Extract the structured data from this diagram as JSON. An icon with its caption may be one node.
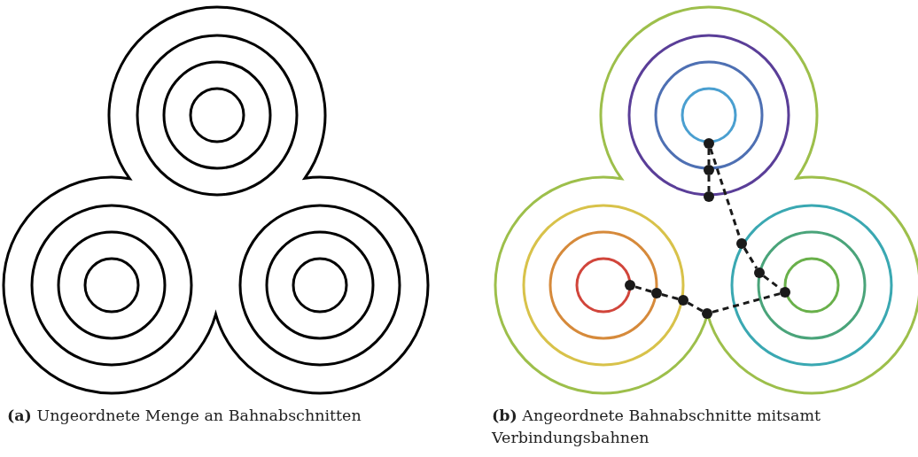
{
  "diagram": {
    "nodes": [
      {
        "text": [],
        "shape": "circle"
      },
      {
        "text": [],
        "shape": "circle"
      },
      {
        "text": [],
        "shape": "circle"
      },
      {
        "text": [],
        "shape": "circle"
      },
      {
        "text": [],
        "shape": "circle"
      },
      {
        "text": [],
        "shape": "circle"
      },
      {
        "text": [],
        "shape": "circle"
      },
      {
        "text": [],
        "shape": "circle"
      },
      {
        "text": [],
        "shape": "circle"
      },
      {
        "text": [],
        "shape": "circle"
      }
    ],
    "edges": [
      {
        "from": 0,
        "to": 1,
        "arrow": "none",
        "style": "dashed"
      },
      {
        "from": 1,
        "to": 2,
        "arrow": "none",
        "style": "dashed"
      },
      {
        "from": 0,
        "to": 3,
        "arrow": "none",
        "style": "dashed"
      },
      {
        "from": 3,
        "to": 4,
        "arrow": "none",
        "style": "dashed"
      },
      {
        "from": 4,
        "to": 5,
        "arrow": "none",
        "style": "dashed"
      },
      {
        "from": 5,
        "to": 6,
        "arrow": "none",
        "style": "dashed"
      },
      {
        "from": 6,
        "to": 7,
        "arrow": "none",
        "style": "dashed"
      },
      {
        "from": 7,
        "to": 8,
        "arrow": "none",
        "style": "dashed"
      },
      {
        "from": 8,
        "to": 9,
        "arrow": "none",
        "style": "dashed"
      }
    ],
    "labels": [
      "**(a)** Ungeordnete Menge an Bahnabschnitten",
      "**(b)** Angeordnete Bahnabschnitte mitsamt Verbindungsbahnen"
    ]
  }
}
